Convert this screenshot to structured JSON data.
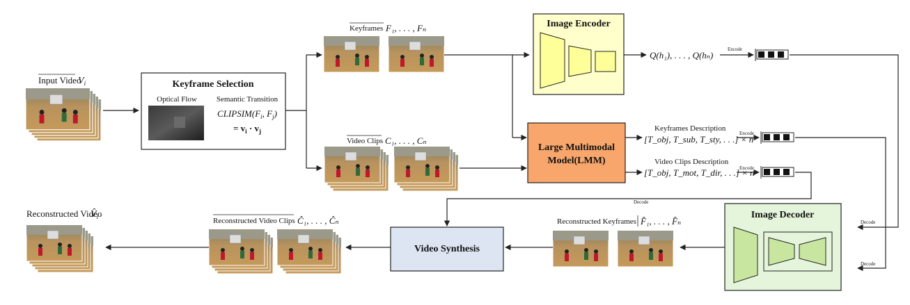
{
  "input_video": {
    "label": "Input Video",
    "symbol": "V",
    "sub": "i"
  },
  "keyframe_selection": {
    "title": "Keyframe Selection",
    "optical_flow": "Optical Flow",
    "semantic_transition": "Semantic Transition",
    "formula_line1": "CLIPSIM(F",
    "formula_line1_sub_i": "i",
    "formula_line1_mid": ", F",
    "formula_line1_sub_j": "j",
    "formula_line1_end": ")",
    "formula_line2": "= v",
    "formula_line2_sub_i": "i",
    "formula_line2_dot": " · v",
    "formula_line2_sub_j": "j"
  },
  "keyframes": {
    "label": "Keyframes",
    "expr": "F₁, . . . , Fₙ"
  },
  "video_clips": {
    "label": "Video Clips",
    "expr": "C₁, . . . , Cₙ"
  },
  "image_encoder": {
    "title": "Image Encoder",
    "output": "Q(h₁), . . . , Q(hₙ)",
    "encode": "Encode"
  },
  "lmm": {
    "line1": "Large Multimodal",
    "line2": "Model(LMM)"
  },
  "keyframes_description": {
    "label": "Keyframes Description",
    "expr": "[T_obj, T_sub, T_sty, . . .] × n",
    "encode": "Encode"
  },
  "video_clips_description": {
    "label": "Video Clips Description",
    "expr": "[T_obj, T_mot, T_dir, . . .] × n",
    "encode": "Encode"
  },
  "decode_labels": {
    "top": "Decode",
    "right_upper": "Decode",
    "right_lower": "Decode"
  },
  "image_decoder": {
    "title": "Image Decoder"
  },
  "reconstructed_keyframes": {
    "label": "Reconstructed Keyframes",
    "expr": "F̂₁, . . . , F̂ₙ"
  },
  "video_synthesis": {
    "title": "Video Synthesis"
  },
  "reconstructed_video_clips": {
    "label": "Reconstructed Video Clips",
    "expr": "Ĉ₁, . . . , Ĉₙ"
  },
  "reconstructed_video": {
    "label": "Reconstructed Video",
    "symbol": "V̂",
    "sub": "i"
  },
  "colors": {
    "encoder_fill": "#ffffcc",
    "lmm_fill": "#f8a66c",
    "decoder_fill": "#e4f5dc",
    "synthesis_fill": "#dde4f2",
    "decoder_shape": "#c9e6a0",
    "encoder_shape": "#ffff99"
  }
}
